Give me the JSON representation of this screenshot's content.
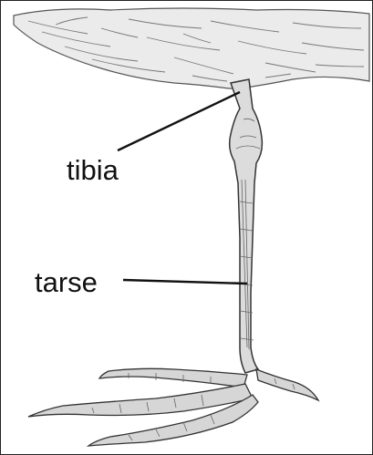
{
  "labels": {
    "tibia": "tibia",
    "tarse": "tarse"
  },
  "colors": {
    "ink": "#1a1a1a",
    "feather_fill": "#e8e8e8",
    "leg_fill": "#d9d9d9",
    "background": "#ffffff",
    "border": "#222222"
  },
  "icons": {
    "feathers": "bird-body-feathers",
    "leg": "bird-leg",
    "foot": "bird-foot-claws"
  }
}
